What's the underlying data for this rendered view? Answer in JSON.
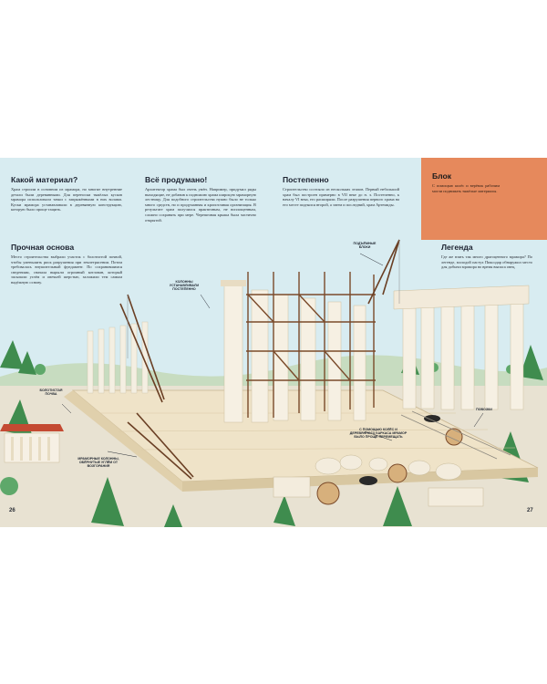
{
  "sections": {
    "material": {
      "title": "Какой материал?",
      "text": "Храм строили в основном из мрамора, но многие внутренние детали были деревянными. Для переноски тяжёлых кусков мрамора использовали тачки с запряжёнными в них волами. Куски мрамора устанавливали в деревянную конструкцию, которую было проще тащить."
    },
    "planned": {
      "title": "Всё продумано!",
      "text": "Архитектор храма был очень умён. Например, придумал ряды выходящие, не добавив к подножию храма широкую мраморную лестницу. Для подобного строительства нужно было не только много средств, но и продуманная и кропотливая организация. В результате храм получился практичным, не воплощенным, сложно сохранять при мере. Черепичная крыша была частично открытой."
    },
    "gradual": {
      "title": "Постепенно",
      "text": "Строительство состояло из нескольких этапов. Первый небольшой храм был построен примерно в VII веке до н. э. Постепенно, к началу VI века, его расширяли. После разрушения первого храма на его месте поднялся второй, а затем и последний, храм Артемиды."
    },
    "foundation": {
      "title": "Прочная основа",
      "text": "Место строительства выбрали участок с болотистой почвой, чтобы уменьшить риск разрушения при землетрясении. Потом требовалась внушительный фундамент. По сохранившимся сведениям, сначала вырыли огромный котлован, который засыпали углём и овечьей шерстью, заложили тем самым надёжную основу."
    },
    "legend": {
      "title": "Легенда",
      "text": "Где же взять так много драгоценного мрамора? По легенде, молодой пастух Пиксодар обнаружил место для добычи мрамора во время выпаса овец."
    },
    "block": {
      "title": "Блок",
      "text": "С помощью колёс и верёвок рабочим могли поднимать тяжёлые материалы."
    }
  },
  "labels": {
    "crane": "Подъёмные блоки",
    "columns": "Колонны устанавливали постепенно",
    "swamp": "Болотистая почва",
    "charcoal": "Мраморные колонны, обёрнутые углём от возгорания",
    "wooden": "С помощью колёс и деревянного каркаса мрамор было проще перемещать",
    "bulls": "Повозки"
  },
  "pages": {
    "left": "26",
    "right": "27"
  },
  "colors": {
    "sky": "#d8ecf1",
    "callout": "#e6895c",
    "marble": "#f3ecdd",
    "scaffold": "#7a4a2a"
  }
}
